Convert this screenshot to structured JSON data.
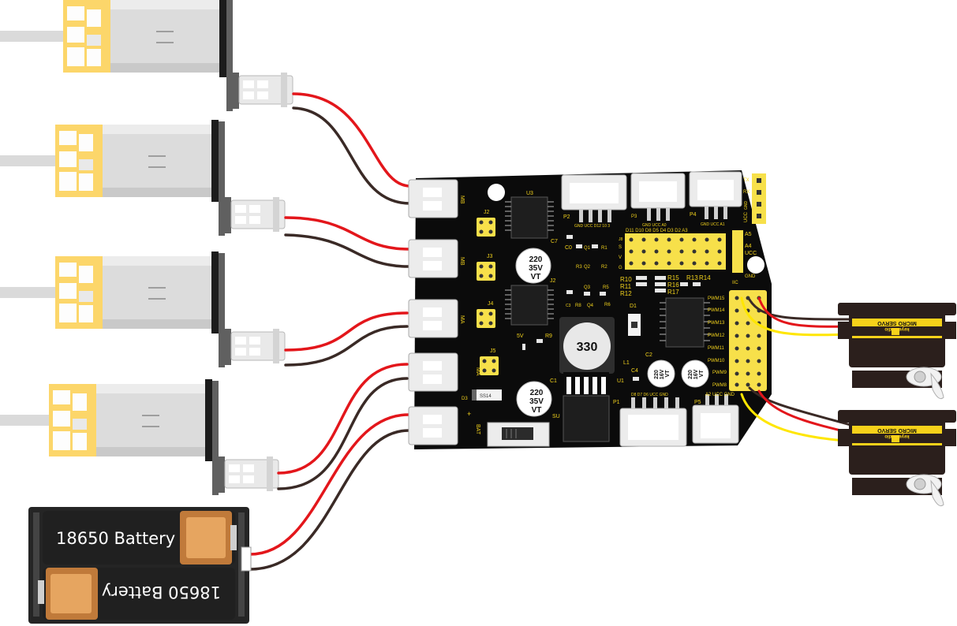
{
  "batteries": [
    {
      "label": "18650  Battery"
    },
    {
      "label": "18650  Battery"
    }
  ],
  "board": {
    "inductor_code": "330",
    "capacitors": [
      {
        "ref": "C7",
        "lines": [
          "220",
          "35V",
          "VT"
        ]
      },
      {
        "ref": "C1",
        "lines": [
          "220",
          "35V",
          "VT"
        ]
      },
      {
        "ref": "C2a",
        "lines": [
          "220",
          "16V",
          "VT"
        ]
      },
      {
        "ref": "C2b",
        "lines": [
          "220",
          "16V",
          "VT"
        ]
      }
    ],
    "connector_labels": {
      "m_top": "MB",
      "m_second": "MB",
      "m_third": "MA",
      "m_fourth": "MA",
      "bat": "BAT",
      "plus": "+",
      "su": "SU"
    },
    "silkscreen": {
      "u3": "U3",
      "j2": "J2",
      "j3": "J3",
      "j4": "J4",
      "j5": "J5",
      "j2b": "J2",
      "c7": "C7",
      "c0": "C0",
      "c1": "C1",
      "c2": "C2",
      "c3": "C3",
      "c4": "C4",
      "p1": "P1",
      "p2": "P2",
      "p3": "P3",
      "p4": "P4",
      "p5": "P5",
      "d1": "D1",
      "d3": "D3",
      "l1": "L1",
      "u1": "U1",
      "v5": "5V",
      "r9": "R9",
      "r10": "R10",
      "r11": "R11",
      "r12": "R12",
      "r13": "R13",
      "r14": "R14",
      "r15": "R15",
      "r16": "R16",
      "r17": "R17",
      "r1": "R1",
      "r2": "R2",
      "r3": "R3",
      "r5": "R5",
      "r6": "R6",
      "r8": "R8",
      "q1": "Q1",
      "q2": "Q2",
      "q3": "Q3",
      "q4": "Q4",
      "p2_pins": "GND UCC D12 10 3",
      "p3_pins": "GND UCC A0",
      "p4_pins": "GND UCC A1",
      "digital_row": "D11 D10 D8  D5   D4  D3  D2  A3",
      "s": "S",
      "v": "V",
      "g": "G",
      "a5": "A5",
      "a4": "A4",
      "ucc": "UCC",
      "iic": "IIC",
      "gnd": "GND",
      "p1_pins": "D8  D7  D6  UCC  GND",
      "p5_pins": "A2 UCC GND",
      "diode": "SS14",
      "serial": [
        "TX",
        "RX",
        "GND",
        "UCC"
      ],
      "pwm": [
        "PWM15",
        "PWM14",
        "PWM13",
        "PWM12",
        "PWM11",
        "PWM10",
        "PWM9",
        "PWM8"
      ],
      "j8": "J8"
    }
  },
  "servos": [
    {
      "brand": "keyestudio",
      "model": "MICRO SERVO"
    },
    {
      "brand": "keyestudio",
      "model": "MICRO SERVO"
    }
  ],
  "colors": {
    "wire_red": "#e3161b",
    "wire_black": "#3a2a26",
    "wire_yellow": "#ffe600",
    "pcb": "#0b0b0b",
    "header_yellow": "#f7e04a",
    "motor_gear": "#fcd66a",
    "motor_body": "#dcdcdc",
    "battery_copper": "#d08a4a"
  }
}
